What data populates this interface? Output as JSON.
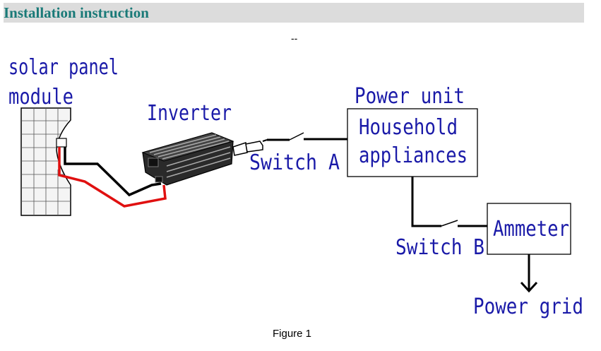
{
  "header": {
    "title": "Installation instruction"
  },
  "separator": "--",
  "caption": "Figure 1",
  "diagram": {
    "solar_label_line1": "solar panel",
    "solar_label_line2": "module",
    "inverter_label": "Inverter",
    "switch_a_label": "Switch A",
    "power_unit_label": "Power unit",
    "appliances_line1": "Household",
    "appliances_line2": "appliances",
    "switch_b_label": "Switch B",
    "ammeter_label": "Ammeter",
    "power_grid_label": "Power grid",
    "colors": {
      "label": "#1a1aa8",
      "wire_red": "#e01010",
      "wire_black": "#000000",
      "header_text": "#1a7a78"
    }
  }
}
